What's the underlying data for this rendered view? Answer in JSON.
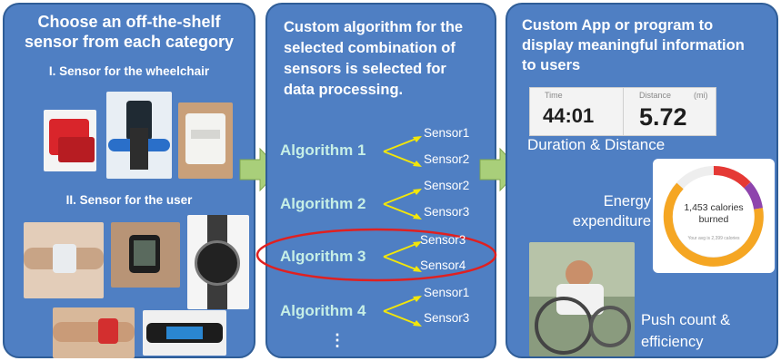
{
  "panel1": {
    "title": "Choose an off-the-shelf sensor from each category",
    "title_line1": "Choose an off-the-shelf",
    "title_line2": "sensor from each category",
    "section1": "I. Sensor for the wheelchair",
    "section2": "II. Sensor for the user"
  },
  "panel2": {
    "title_lines": [
      "Custom algorithm for the",
      "selected combination of",
      "sensors is selected for",
      "data processing."
    ],
    "algorithms": [
      {
        "label": "Algorithm 1",
        "sensors": [
          "Sensor1",
          "Sensor2"
        ]
      },
      {
        "label": "Algorithm 2",
        "sensors": [
          "Sensor2",
          "Sensor3"
        ]
      },
      {
        "label": "Algorithm 3",
        "sensors": [
          "Sensor3",
          "Sensor4"
        ],
        "highlighted": true
      },
      {
        "label": "Algorithm 4",
        "sensors": [
          "Sensor1",
          "Sensor3"
        ]
      }
    ],
    "more": "⋮"
  },
  "panel3": {
    "title_lines": [
      "Custom App or program to",
      "display meaningful information",
      "to users"
    ],
    "stats": {
      "time_label": "Time",
      "time_value": "44:01",
      "distance_label": "Distance",
      "distance_unit": "(mi)",
      "distance_value": "5.72"
    },
    "caption_duration": "Duration & Distance",
    "energy_lines": [
      "Energy",
      "expenditure"
    ],
    "calories": {
      "value_line1": "1,453 calories",
      "value_line2": "burned",
      "avg": "Your avg is 2,399 calories"
    },
    "push_lines": [
      "Push count &",
      "efficiency"
    ]
  },
  "colors": {
    "panel_bg": "#4f7fc3",
    "arrow_green": "#a9cf7a",
    "highlight": "#e02020",
    "algorithm_text": "#c6efe6",
    "connector": "#f2e60a"
  }
}
